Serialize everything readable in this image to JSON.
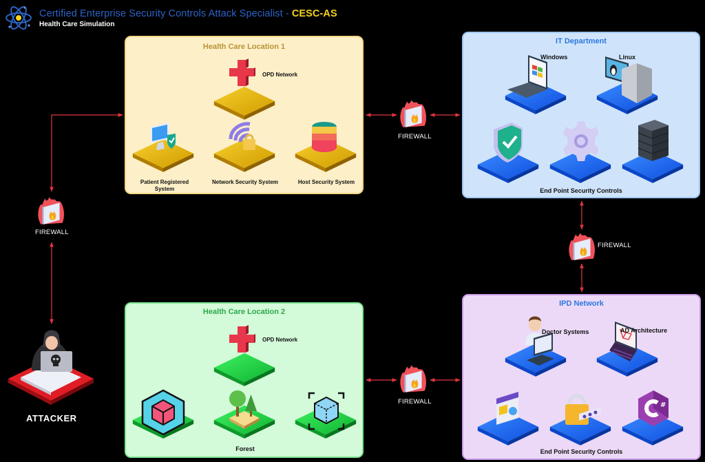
{
  "header": {
    "title": "Certified Enterprise Security Controls Attack Specialist -",
    "acronym": "CESC-AS",
    "subtitle": "Health Care Simulation"
  },
  "colors": {
    "title_blue": "#2c63c5",
    "acronym_yellow": "#f4d21e",
    "link_red": "#e0353f",
    "location1_bg": "#fdefc8",
    "it_bg": "#cfe4fb",
    "location2_bg": "#d3fad9",
    "ipd_bg": "#ecd9f7"
  },
  "attacker": {
    "label": "ATTACKER",
    "icon": "hooded-hacker-icon"
  },
  "firewalls": [
    {
      "id": "fw-left",
      "label": "FIREWALL"
    },
    {
      "id": "fw-top",
      "label": "FIREWALL"
    },
    {
      "id": "fw-right",
      "label": "FIREWALL"
    },
    {
      "id": "fw-bottom",
      "label": "FIREWALL"
    }
  ],
  "location1": {
    "title": "Health Care Location 1",
    "network": {
      "label": "OPD Network",
      "icon": "medical-cross-icon"
    },
    "systems": [
      {
        "label": "Patient Registered System",
        "icon": "monitor-shield-icon"
      },
      {
        "label": "Network Security System",
        "icon": "wifi-lock-icon"
      },
      {
        "label": "Host Security System",
        "icon": "database-icon"
      }
    ]
  },
  "it_department": {
    "title": "IT Department",
    "systems": [
      {
        "label": "Windows",
        "icon": "windows-laptop-icon"
      },
      {
        "label": "Linux",
        "icon": "linux-desktop-icon"
      }
    ],
    "controls_label": "End Point Security Controls",
    "controls": [
      {
        "icon": "shield-check-icon"
      },
      {
        "icon": "gear-icon"
      },
      {
        "icon": "server-rack-icon"
      }
    ]
  },
  "location2": {
    "title": "Health Care Location 2",
    "network": {
      "label": "OPD Network",
      "icon": "medical-cross-icon"
    },
    "systems": [
      {
        "label": "",
        "icon": "cube-in-cube-icon"
      },
      {
        "label": "Forest",
        "icon": "forest-icon"
      },
      {
        "label": "",
        "icon": "3d-cube-focus-icon"
      }
    ]
  },
  "ipd_network": {
    "title": "IPD Network",
    "systems": [
      {
        "label": "Doctor Systems",
        "icon": "doctor-workstation-icon"
      },
      {
        "label": "AD Architecture",
        "icon": "network-laptop-icon"
      }
    ],
    "controls_label": "End Point Security Controls",
    "controls": [
      {
        "icon": "code-window-icon"
      },
      {
        "icon": "password-lock-icon"
      },
      {
        "icon": "csharp-icon"
      }
    ]
  }
}
